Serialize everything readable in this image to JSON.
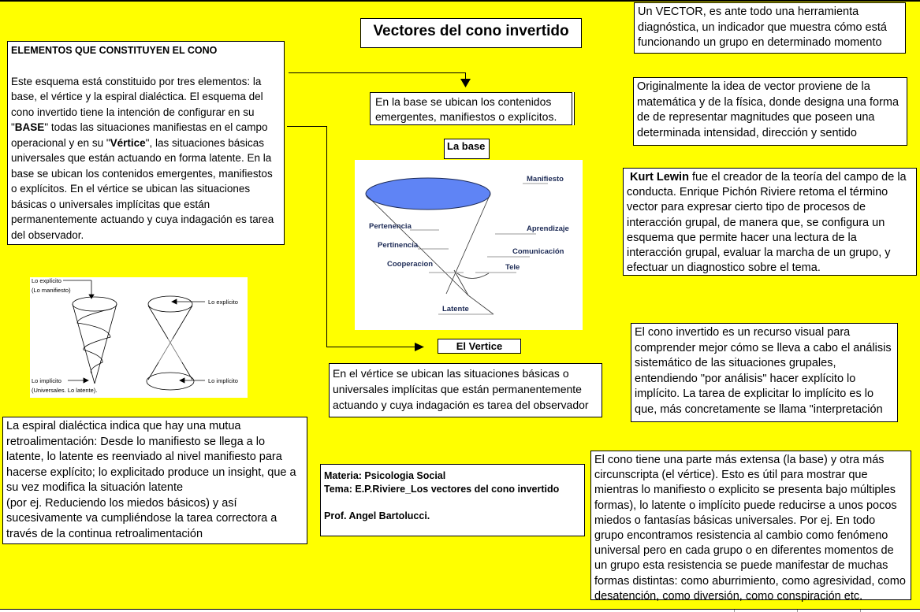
{
  "title": "Vectores del cono invertido",
  "elements_box": {
    "heading": "ELEMENTOS QUE CONSTITUYEN EL CONO",
    "p1": "Este esquema está constituido por tres elementos: la base, el vértice y la espiral dialéctica. El esquema del cono invertido tiene la intención de configurar en su  \"",
    "base_word": "BASE",
    "p2": "\" todas las situaciones manifiestas en el campo operacional y en su  \"",
    "vertice_word": "Vértice",
    "p3": "\", las situaciones  básicas universales que están actuando en forma latente. En la base se ubican los contenidos emergentes, manifiestos o explícitos. En el vértice se ubican las situaciones  básicas o universales implícitas  que están permanentemente actuando y cuya indagación es tarea del observador."
  },
  "base_note": "En la base se ubican los contenidos emergentes, manifiestos o explícitos.",
  "base_label": "La base",
  "vertex_label": "El Vertice",
  "vertex_note": "En el vértice se ubican las situaciones  básicas o universales implícitas  que están  permanentemente actuando y cuya indagación es tarea del observador",
  "cone_diagram": {
    "labels": {
      "manifiesto": "Manifiesto",
      "pertenencia": "Pertenencia",
      "pertinencia": "Pertinencia",
      "cooperacion": "Cooperacion",
      "aprendizaje": "Aprendizaje",
      "comunicacion": "Comunicación",
      "tele": "Tele",
      "latente": "Latente"
    },
    "base_color": "#5f84f5"
  },
  "spiral_diagram": {
    "labels": {
      "explicito_left": "Lo explícito",
      "manifiesto_left": "(Lo manifiesto)",
      "implicito_left": "Lo implícito",
      "universales_left": "(Universales. Lo latente).",
      "explicito_right": "Lo explícito",
      "implicito_right": "Lo implícito"
    }
  },
  "vector_def": "Un VECTOR, es ante todo una herramienta diagnóstica, un indicador que muestra cómo está funcionando un grupo en determinado momento",
  "vector_origin": "Originalmente la idea de vector proviene de la matemática y de la física, donde designa una forma de de representar magnitudes que poseen una determinada intensidad, dirección y sentido",
  "lewin": {
    "name": "Kurt Lewin",
    "text": " fue el creador de la teoría del campo de la conducta. Enrique Pichón Riviere retoma el término vector para expresar cierto tipo de procesos de interacción grupal, de manera que,  se configura un esquema que permite hacer una lectura de la interacción grupal, evaluar la marcha de un grupo, y efectuar un diagnostico sobre el tema."
  },
  "cone_resource": "El cono invertido es un recurso visual para comprender mejor cómo se lleva a cabo el análisis sistemático de las situaciones grupales, entendiendo \"por análisis\" hacer explícito lo implícito. La tarea de explicitar lo implícito es lo que, más concretamente se llama \"interpretación",
  "spiral_note": " La espiral dialéctica indica que hay una mutua retroalimentación: Desde lo manifiesto se llega a lo latente, lo latente es reenviado al nivel manifiesto  para hacerse explícito; lo explicitado produce un insight, que a su vez modifica la situación latente\n(por ej. Reduciendo los miedos básicos) y así sucesivamente va cumpliéndose la tarea correctora a través de la continua retroalimentación",
  "credits": {
    "materia": "Materia: Psicologia Social",
    "tema": "Tema: E.P.Riviere_Los vectores del cono invertido",
    "prof": "Prof. Angel Bartolucci."
  },
  "cone_parts": "El cono tiene una parte más extensa (la base) y otra más circunscripta (el vértice). Esto es útil para mostrar que mientras lo manifiesto o explicito se presenta bajo múltiples formas), lo latente o implícito puede reducirse a unos pocos miedos o fantasías básicas universales. Por ej. En todo grupo encontramos resistencia al cambio como fenómeno universal pero en cada grupo o en diferentes momentos de un grupo esta resistencia se puede manifestar de muchas formas distintas: como aburrimiento, como agresividad, como desatención, como diversión, como conspiración etc.",
  "colors": {
    "background": "#ffff00",
    "box": "#ffffff",
    "border": "#000000"
  }
}
